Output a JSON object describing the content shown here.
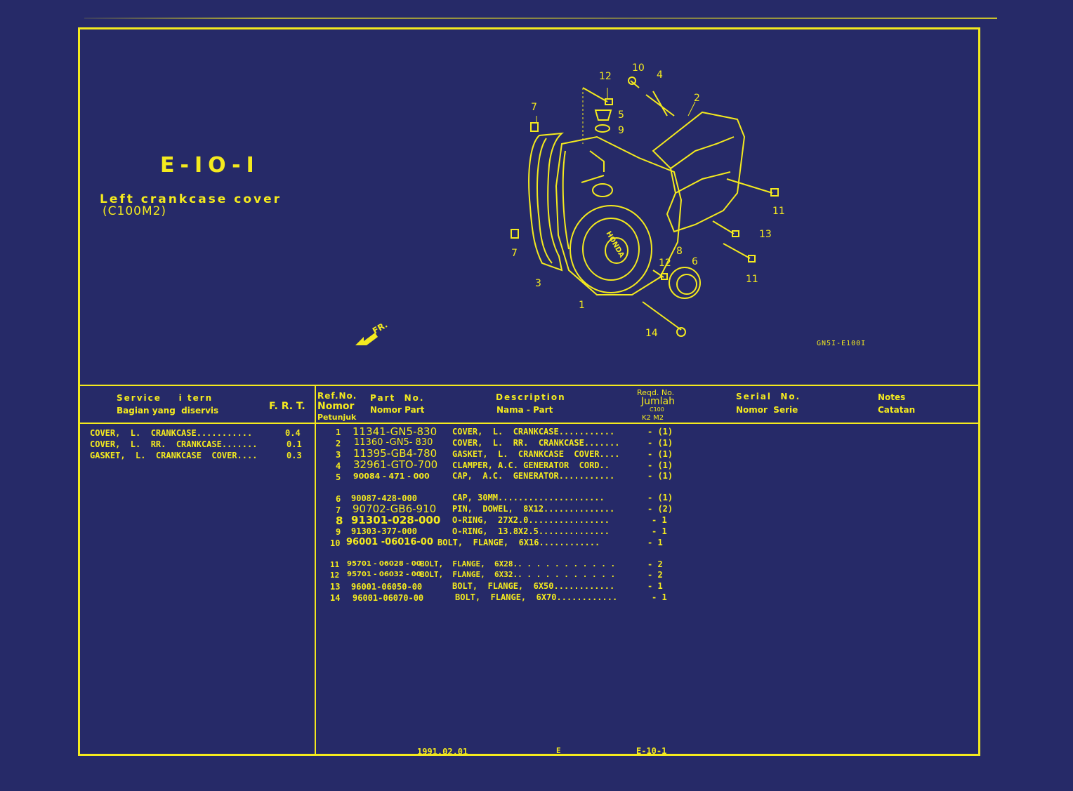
{
  "page": {
    "code": "E-IO-I",
    "title": "Left crankcase cover",
    "model": "(C100M2)",
    "front_label": "FR.",
    "illustration_code": "GN5I-E100I"
  },
  "diagram_callouts": [
    "1",
    "2",
    "3",
    "4",
    "5",
    "6",
    "7",
    "7",
    "8",
    "9",
    "10",
    "11",
    "11",
    "12",
    "12",
    "13",
    "14"
  ],
  "diagram_brand": "HONDA",
  "headers": {
    "service_item": "Service    i tern",
    "service_item_id": "Bagian yang  diservis",
    "frt": "F. R. T.",
    "ref_no": "Ref.No.",
    "ref_no_id1": "Nomor",
    "ref_no_id2": "Petunjuk",
    "part_no": "Part  No.",
    "part_no_id": "Nomor Part",
    "description": "Description",
    "description_id": "Nama - Part",
    "reqd": "Reqd. No.",
    "reqd_id": "Jumlah",
    "reqd_model": "C100",
    "reqd_variant": "K2 M2",
    "serial": "Serial  No.",
    "serial_id": "Nomor  Serie",
    "notes": "Notes",
    "notes_id": "Catatan"
  },
  "service_items": [
    {
      "item": "COVER,  L.  CRANKCASE...........",
      "frt": "0.4"
    },
    {
      "item": "COVER,  L.  RR.  CRANKCASE.......",
      "frt": "0.1"
    },
    {
      "item": "GASKET,  L.  CRANKCASE  COVER....",
      "frt": "0.3"
    }
  ],
  "parts": [
    {
      "ref": "1",
      "part": "11341-GN5-830",
      "desc": "COVER,  L.  CRANKCASE...........",
      "qty": "- (1)"
    },
    {
      "ref": "2",
      "part": "11360 -GN5- 830",
      "desc": "COVER,  L.  RR.  CRANKCASE.......",
      "qty": "- (1)"
    },
    {
      "ref": "3",
      "part": "11395-GB4-780",
      "desc": "GASKET,  L.  CRANKCASE  COVER....",
      "qty": "- (1)"
    },
    {
      "ref": "4",
      "part": "32961-GTO-700",
      "desc": "CLAMPER, A.C. GENERATOR  CORD..",
      "qty": "- (1)"
    },
    {
      "ref": "5",
      "part": "90084 - 471 - 000",
      "desc": "CAP,  A.C.  GENERATOR...........",
      "qty": "- (1)"
    },
    {
      "ref": "6",
      "part": "90087-428-000",
      "desc": "CAP, 30MM.....................",
      "qty": "- (1)"
    },
    {
      "ref": "7",
      "part": "90702-GB6-910",
      "desc": "PIN,  DOWEL,  8X12..............",
      "qty": "- (2)"
    },
    {
      "ref": "8",
      "part": "91301-028-000",
      "desc": "O-RING,  27X2.0................",
      "qty": "- 1"
    },
    {
      "ref": "9",
      "part": "91303-377-000",
      "desc": "O-RING,  13.8X2.5..............",
      "qty": "- 1"
    },
    {
      "ref": "10",
      "part": "96001 -06016-00",
      "desc": "BOLT,  FLANGE,  6X16............",
      "qty": "- 1"
    },
    {
      "ref": "11",
      "part": "95701 - 06028 - 00",
      "desc": "BOLT,  FLANGE,  6X28.. . . . . . . . . . .",
      "qty": "- 2"
    },
    {
      "ref": "12",
      "part": "95701 - 06032 - 00",
      "desc": "BOLT,  FLANGE,  6X32.. . . . . . . . . . .",
      "qty": "- 2"
    },
    {
      "ref": "13",
      "part": "96001-06050-00",
      "desc": "BOLT,  FLANGE,  6X50............",
      "qty": "- 1"
    },
    {
      "ref": "14",
      "part": "96001-06070-00",
      "desc": "BOLT,  FLANGE,  6X70............",
      "qty": "- 1"
    }
  ],
  "footer": {
    "date": "1991.02.01",
    "section": "E",
    "page": "E-10-1"
  }
}
